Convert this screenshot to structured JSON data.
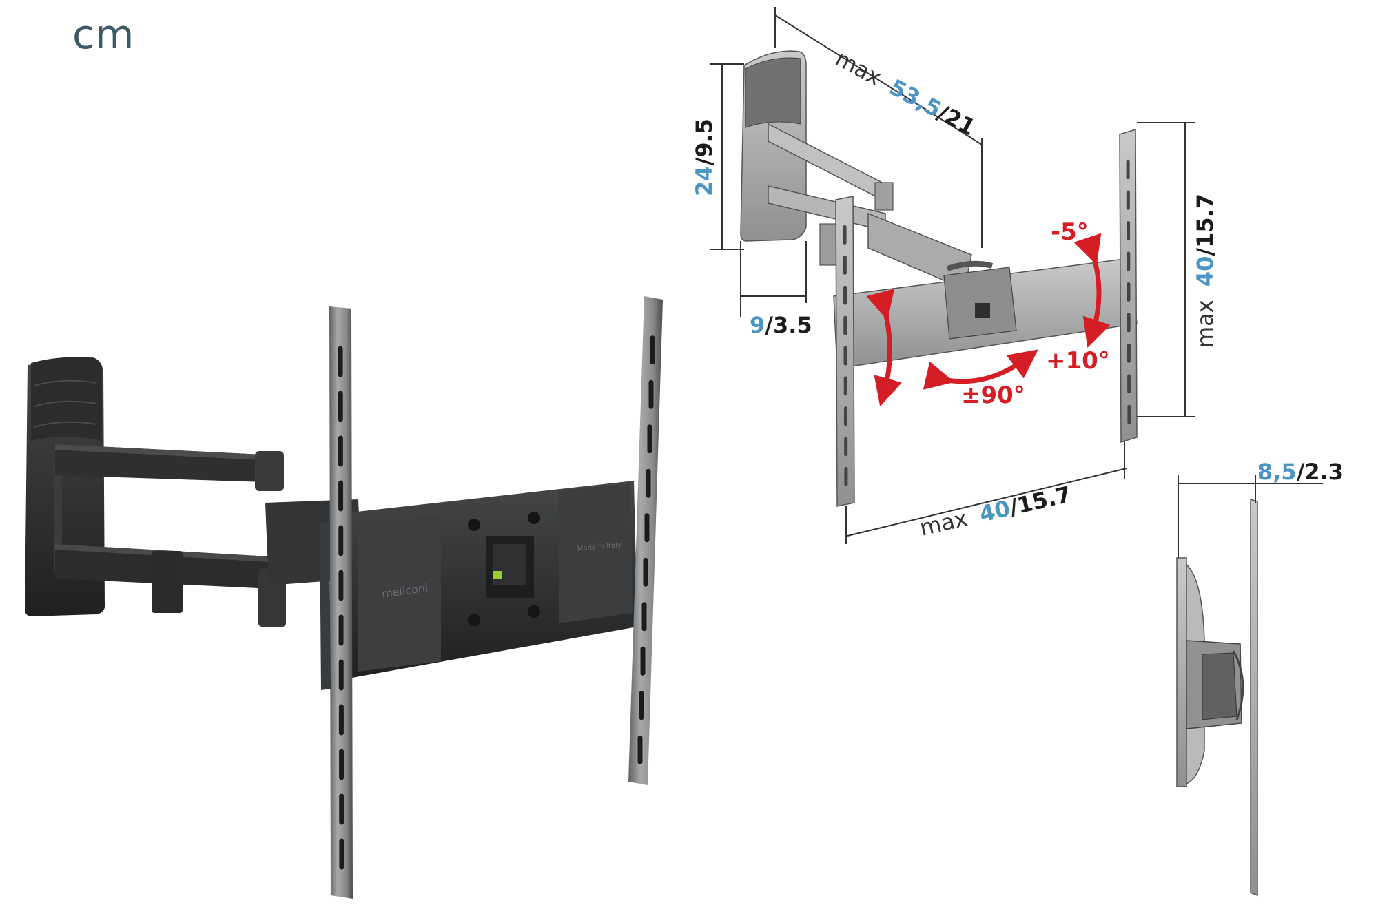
{
  "unit": "cm",
  "dimensions": {
    "arm_length": {
      "prefix": "max",
      "metric": "53,5",
      "imperial": "/21"
    },
    "plate_height": {
      "metric": "24",
      "imperial": "/9.5"
    },
    "plate_depth": {
      "metric": "9",
      "imperial": "/3.5"
    },
    "vesa_height": {
      "prefix": "max",
      "metric": "40",
      "imperial": "/15.7"
    },
    "vesa_width": {
      "prefix": "max",
      "metric": "40",
      "imperial": "/15.7"
    },
    "min_depth": {
      "metric": "8,5",
      "imperial": "/2.3"
    }
  },
  "angles": {
    "tilt_up": "-5°",
    "tilt_down": "+10°",
    "swivel": "±90°"
  },
  "branding": {
    "logo": "meliconi",
    "plate_text": "Made in Italy"
  },
  "colors": {
    "metric_blue": "#4b95c2",
    "angle_red": "#d41d24",
    "bracket_dark": "#2f3133",
    "rail_grey": "#8d8f91"
  }
}
